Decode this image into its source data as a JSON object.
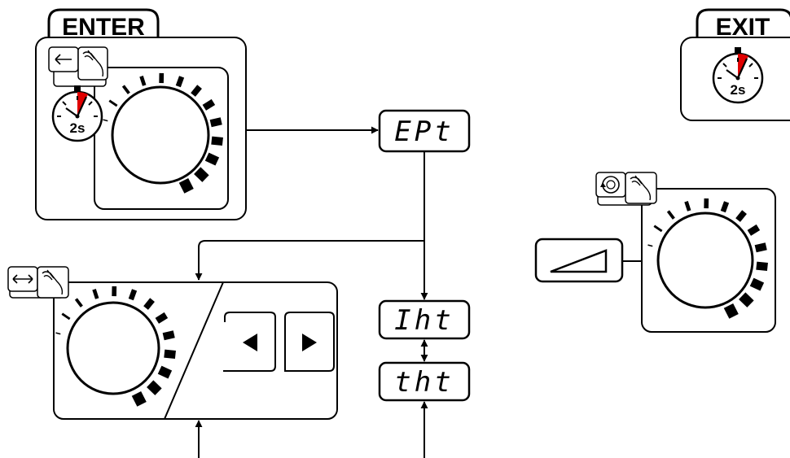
{
  "enter_panel": {
    "tab_label": "ENTER",
    "hold_time": "2s",
    "button_icon": "arrow-left-icon",
    "hand_icon": "hand-press-icon",
    "timer_icon": "stopwatch-icon"
  },
  "exit_panel": {
    "tab_label": "EXIT",
    "hold_time": "2s",
    "timer_icon": "stopwatch-icon"
  },
  "displays": {
    "top": "EPt",
    "middle": "Iht",
    "bottom": "tht"
  },
  "select_panel": {
    "button_icon": "arrow-left-right-icon",
    "hand_icon": "hand-press-icon",
    "left_button_icon": "triangle-left-icon",
    "right_button_icon": "triangle-right-icon"
  },
  "adjust_panel": {
    "button_icon": "rotate-icon",
    "hand_icon": "hand-press-icon",
    "indicator_icon": "ramp-icon"
  },
  "colors": {
    "line": "#000000",
    "timer_accent": "#e00000",
    "background": "#ffffff"
  }
}
